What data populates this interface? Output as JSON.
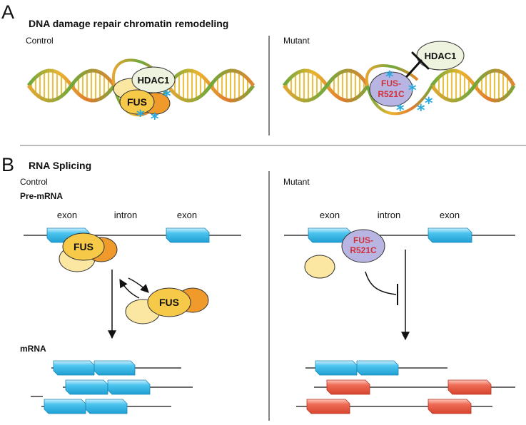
{
  "panel_a": {
    "letter": "A",
    "title": "DNA damage repair chromatin remodeling",
    "control": {
      "label": "Control",
      "fus": "FUS",
      "hdac1": "HDAC1"
    },
    "mutant": {
      "label": "Mutant",
      "fus_mut_line1": "FUS-",
      "fus_mut_line2": "R521C",
      "hdac1": "HDAC1"
    }
  },
  "panel_b": {
    "letter": "B",
    "title": "RNA Splicing",
    "control": {
      "label": "Control",
      "pre_mrna": "Pre-mRNA",
      "exon_left": "exon",
      "intron": "intron",
      "exon_right": "exon",
      "fus_bound": "FUS",
      "fus_free": "FUS",
      "mrna": "mRNA"
    },
    "mutant": {
      "label": "Mutant",
      "exon_left": "exon",
      "intron": "intron",
      "exon_right": "exon",
      "fus_mut_line1": "FUS-",
      "fus_mut_line2": "R521C"
    }
  },
  "colors": {
    "exon_blue": "#2fb6e6",
    "spliced_red": "#e9533f",
    "fus_yellow": "#f7c948",
    "fus_orange": "#ef9a2b",
    "pale_yellow": "#fbe7a1",
    "hdac_green": "#eef3df",
    "mutant_purple": "#b9b5e3",
    "mutant_text": "#d0313a",
    "star_blue": "#29a9dd"
  }
}
